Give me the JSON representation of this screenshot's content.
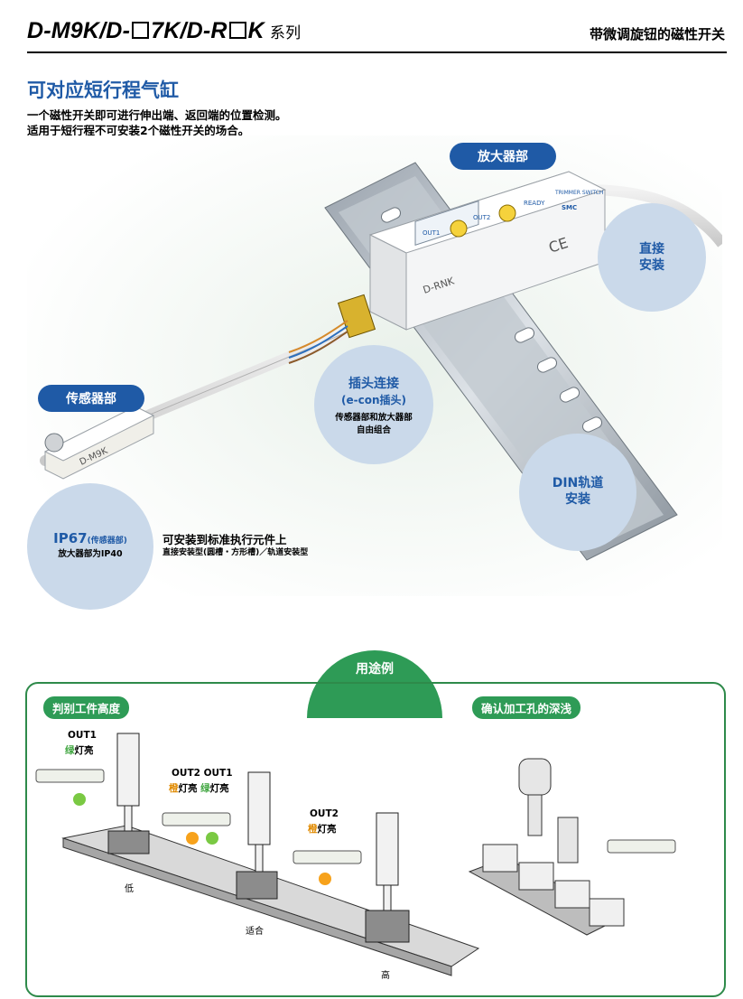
{
  "header": {
    "title_parts": [
      "D-M9K/D-",
      "7K/D-R",
      "K"
    ],
    "series": "系列",
    "right": "带微调旋钮的磁性开关"
  },
  "section": {
    "title": "可对应短行程气缸",
    "desc1": "一个磁性开关即可进行伸出端、返回端的位置检测。",
    "desc2": "适用于短行程不可安装2个磁性开关的场合。"
  },
  "hero": {
    "amp_label": "放大器部",
    "sensor_label": "传感器部",
    "direct_mount": "直接\n安装",
    "connector_title": "插头连接",
    "connector_sub": "(e-con插头)",
    "connector_desc1": "传感器部和放大器部",
    "connector_desc2": "自由组合",
    "din_title": "DIN轨道\n安装",
    "ip67": "IP67",
    "ip67_note": "(传感器部)",
    "ip40": "放大器部为IP40",
    "std_title": "可安装到标准执行元件上",
    "std_desc": "直接安装型(圆槽・方形槽)／轨道安装型",
    "amp_model": "D-RNK",
    "sensor_model": "D-M9K",
    "amp_out1": "OUT1",
    "amp_out2": "OUT2",
    "amp_ready": "READY",
    "amp_trimmer": "TRIMMER\nSWITCH",
    "amp_brand": "SMC",
    "amp_ce": "CE"
  },
  "apps": {
    "tab": "用途例",
    "left_pill": "判别工件高度",
    "right_pill": "确认加工孔的深浅",
    "case1_out": "OUT1",
    "case1_led": "绿",
    "case1_suffix": "灯亮",
    "case2_out": "OUT2 OUT1",
    "case2_led1": "橙",
    "case2_mid": "灯亮 ",
    "case2_led2": "绿",
    "case2_suffix": "灯亮",
    "case3_out": "OUT2",
    "case3_led": "橙",
    "case3_suffix": "灯亮",
    "low": "低",
    "mid": "适合",
    "high": "高"
  },
  "colors": {
    "blue": "#1f5aa6",
    "green": "#2e9b56",
    "led_green": "#3aa33a",
    "led_orange": "#e08a00"
  }
}
